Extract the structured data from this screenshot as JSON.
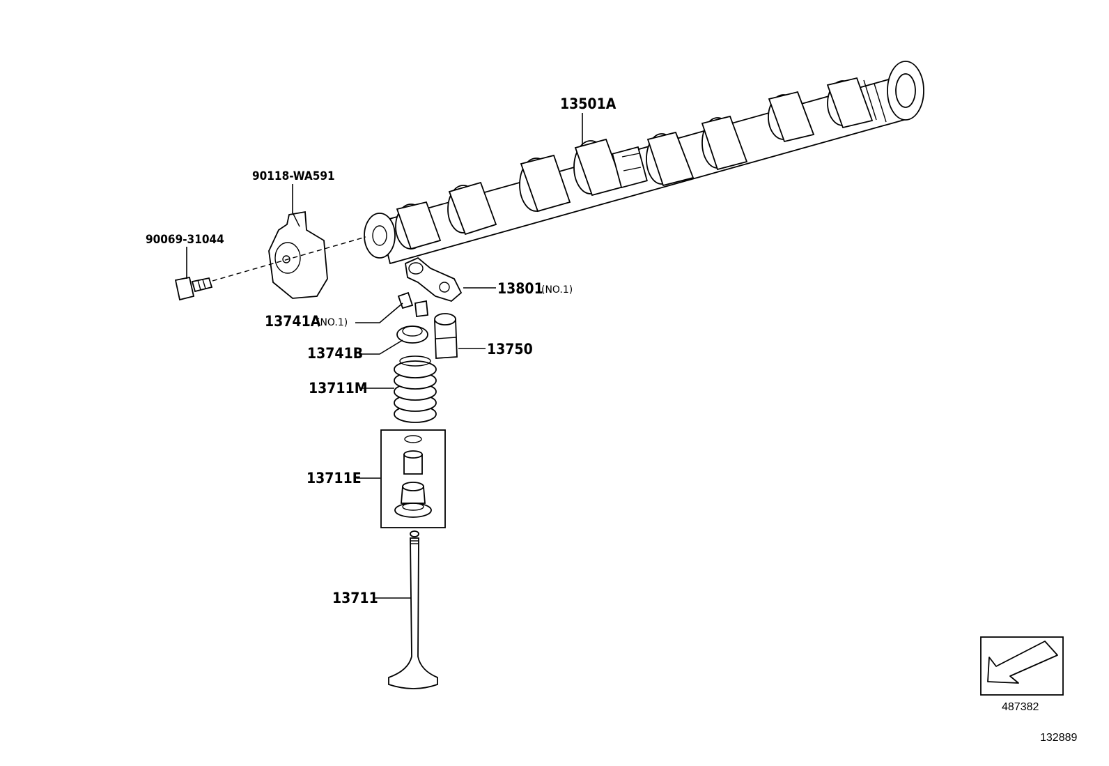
{
  "diagram": {
    "callouts": [
      {
        "id": "camshaft",
        "number": "13501A",
        "suffix": ""
      },
      {
        "id": "plate",
        "number": "90118-WA591",
        "suffix": ""
      },
      {
        "id": "bolt",
        "number": "90069-31044",
        "suffix": ""
      },
      {
        "id": "rocker-arm",
        "number": "13801",
        "suffix": "(NO.1)"
      },
      {
        "id": "valve-lock",
        "number": "13741A",
        "suffix": "(NO.1)"
      },
      {
        "id": "spring-retainer",
        "number": "13741B",
        "suffix": ""
      },
      {
        "id": "lash-adjuster",
        "number": "13750",
        "suffix": ""
      },
      {
        "id": "valve-spring",
        "number": "13711M",
        "suffix": ""
      },
      {
        "id": "valve-seal-set",
        "number": "13711E",
        "suffix": ""
      },
      {
        "id": "valve",
        "number": "13711",
        "suffix": ""
      }
    ],
    "reference_box_code": "487382",
    "drawing_number": "132889"
  }
}
